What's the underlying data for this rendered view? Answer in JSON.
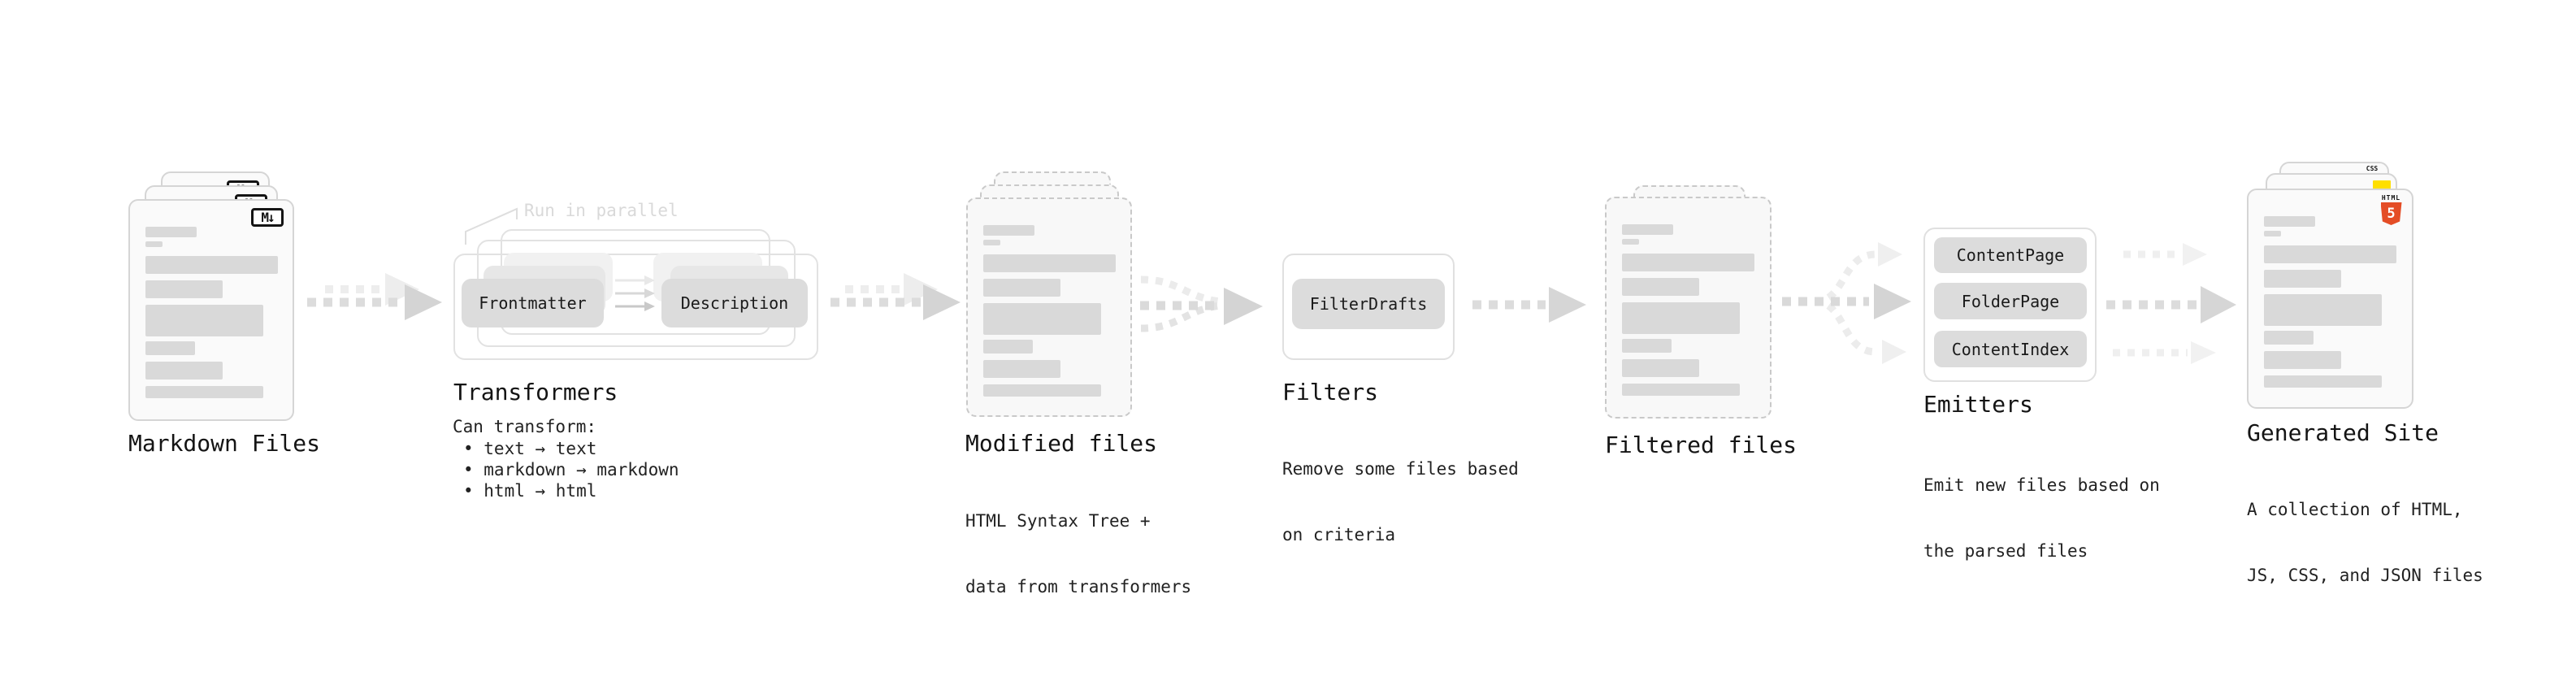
{
  "diagram": {
    "stages": {
      "markdown": {
        "title": "Markdown Files"
      },
      "transformers": {
        "title": "Transformers",
        "annotation": "Run in parallel",
        "buttons": [
          "Frontmatter",
          "Description"
        ],
        "subtitle": "Can transform:",
        "bullets": [
          "• text → text",
          "• markdown → markdown",
          "• html → html"
        ]
      },
      "modified": {
        "title": "Modified files",
        "subtitle": [
          "HTML Syntax Tree +",
          "data from transformers"
        ]
      },
      "filters": {
        "title": "Filters",
        "button": "FilterDrafts",
        "subtitle": [
          "Remove some files based",
          "on criteria"
        ]
      },
      "filtered": {
        "title": "Filtered files"
      },
      "emitters": {
        "title": "Emitters",
        "buttons": [
          "ContentPage",
          "FolderPage",
          "ContentIndex"
        ],
        "subtitle": [
          "Emit new files based on",
          "the parsed files"
        ]
      },
      "generated": {
        "title": "Generated Site",
        "subtitle": [
          "A collection of HTML,",
          "JS, CSS, and JSON files"
        ]
      }
    },
    "icons": {
      "markdown_badge": "M↓",
      "html5_word": "HTML",
      "html5_number": "5",
      "css_label": "CSS"
    },
    "colors": {
      "page_fill": "#fafafa",
      "page_border": "#d5d5d5",
      "dashed_border": "#c9c9c9",
      "placeholder_bar": "#d9d9d9",
      "button_fill": "#dcdcdc",
      "arrow_main": "#dcdcdc",
      "arrow_ghost": "#ededed",
      "annotation_text": "#d9d9d9",
      "html5_orange": "#e44d26",
      "js_yellow": "#ffdf00",
      "css_blue": "#2d53e5"
    }
  }
}
